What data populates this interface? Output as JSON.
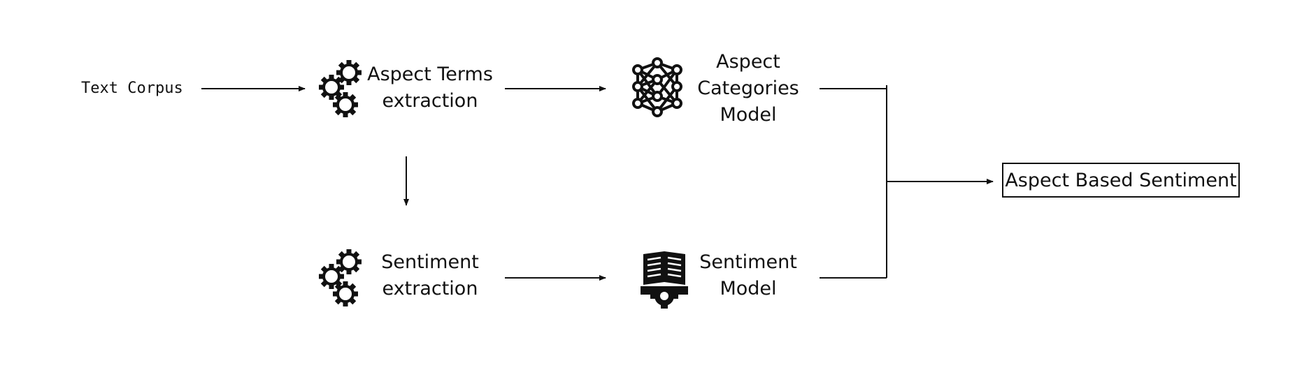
{
  "nodes": {
    "text_corpus": "Text Corpus",
    "aspect_terms": [
      "Aspect Terms",
      "extraction"
    ],
    "aspect_categories": [
      "Aspect",
      "Categories",
      "Model"
    ],
    "sentiment_extraction": [
      "Sentiment",
      "extraction"
    ],
    "sentiment_model": [
      "Sentiment",
      "Model"
    ],
    "output": "Aspect Based Sentiment"
  },
  "icons": {
    "aspect_terms": "gears-icon",
    "sentiment_extraction": "gears-icon",
    "aspect_categories": "neural-network-icon",
    "sentiment_model": "book-gear-icon"
  },
  "colors": {
    "stroke": "#111111",
    "background": "#ffffff"
  }
}
